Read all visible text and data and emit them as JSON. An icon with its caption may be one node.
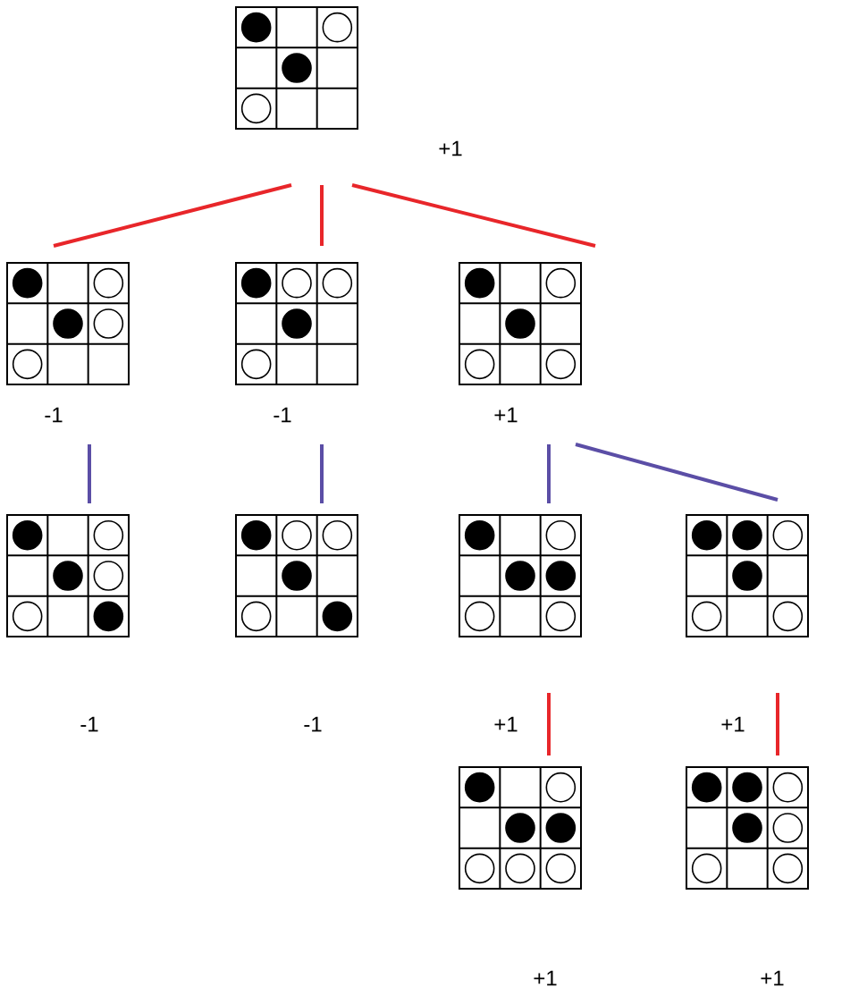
{
  "diagram": {
    "nodes": [
      {
        "text": [],
        "shape": "box",
        "beside": [
          "+1"
        ]
      },
      {
        "text": [],
        "shape": "box",
        "beside": [
          "-1"
        ]
      },
      {
        "text": [],
        "shape": "box",
        "beside": [
          "-1"
        ]
      },
      {
        "text": [],
        "shape": "box",
        "beside": [
          "+1"
        ]
      },
      {
        "text": [],
        "shape": "box",
        "beside": [
          "-1"
        ]
      },
      {
        "text": [],
        "shape": "box",
        "beside": [
          "-1"
        ]
      },
      {
        "text": [],
        "shape": "box"
      },
      {
        "text": [],
        "shape": "box"
      },
      {
        "text": [],
        "shape": "box",
        "beside": [
          "+1"
        ]
      },
      {
        "text": [],
        "shape": "box",
        "beside": [
          "+1"
        ]
      }
    ],
    "labels": [
      "+1",
      "+1"
    ],
    "edges": [
      {
        "from": 0,
        "to": 1,
        "arrow": "none"
      },
      {
        "from": 0,
        "to": 2,
        "arrow": "none"
      },
      {
        "from": 0,
        "to": 3,
        "arrow": "none"
      },
      {
        "from": 1,
        "to": 4,
        "arrow": "none",
        "color": "#5b4ea6"
      },
      {
        "from": 2,
        "to": 5,
        "arrow": "none",
        "color": "#5b4ea6"
      },
      {
        "from": 3,
        "to": 6,
        "arrow": "none",
        "color": "#5b4ea6"
      },
      {
        "from": 3,
        "to": 7,
        "arrow": "none",
        "color": "#5b4ea6"
      },
      {
        "from": 6,
        "to": 8,
        "arrow": "none"
      },
      {
        "from": 7,
        "to": 9,
        "arrow": "none"
      }
    ]
  }
}
